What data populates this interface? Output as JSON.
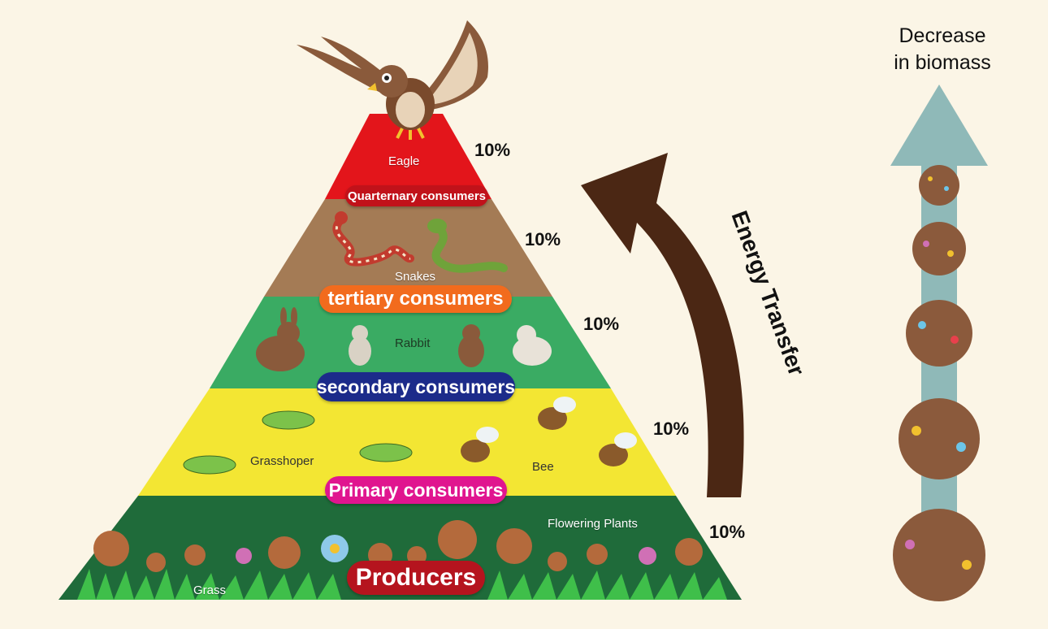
{
  "pyramid": {
    "tiers": [
      {
        "level": "quaternary",
        "organism": "Eagle",
        "label": "Quarternary consumers",
        "color": "#e3151b",
        "pill_color": "#c1121a"
      },
      {
        "level": "tertiary",
        "organism": "Snakes",
        "label": "tertiary consumers",
        "color": "#a47b55",
        "pill_color": "#f26b1d"
      },
      {
        "level": "secondary",
        "organism": "Rabbit",
        "label": "secondary consumers",
        "color": "#3aab63",
        "pill_color": "#1c2b8a"
      },
      {
        "level": "primary",
        "organisms": [
          "Grasshoper",
          "Bee"
        ],
        "label": "Primary consumers",
        "color": "#f3e633",
        "pill_color": "#e0158f"
      },
      {
        "level": "producers",
        "organisms": [
          "Grass",
          "Flowering Plants"
        ],
        "label": "Producers",
        "color": "#1f6b3a",
        "pill_color": "#b5141e"
      }
    ]
  },
  "energy": {
    "label": "Energy Transfer",
    "percentages": [
      "10%",
      "10%",
      "10%",
      "10%",
      "10%"
    ]
  },
  "biomass": {
    "title_line1": "Decrease",
    "title_line2": "in biomass"
  },
  "colors": {
    "background": "#fbf5e6",
    "arrow_brown": "#4b2714",
    "biomass_arrow": "#8fb9b8"
  }
}
